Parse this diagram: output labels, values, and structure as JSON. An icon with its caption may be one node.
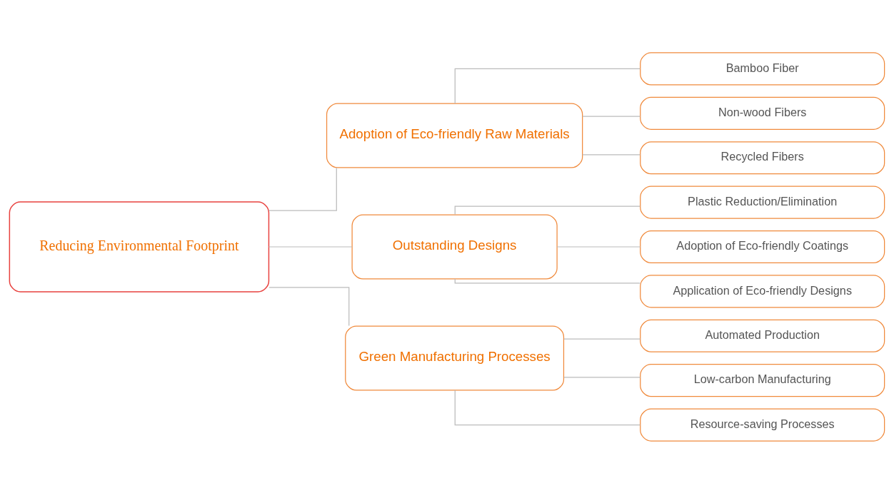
{
  "diagram": {
    "nodes": [
      {
        "text": [
          "Reducing Environmental Footprint"
        ]
      },
      {
        "text": [
          "Adoption of Eco-friendly Raw Materials"
        ]
      },
      {
        "text": [
          "Bamboo Fiber"
        ]
      },
      {
        "text": [
          "Non-wood Fibers"
        ]
      },
      {
        "text": [
          "Recycled Fibers"
        ]
      },
      {
        "text": [
          "Outstanding Designs"
        ]
      },
      {
        "text": [
          "Plastic Reduction/Elimination"
        ]
      },
      {
        "text": [
          "Adoption of Eco-friendly Coatings"
        ]
      },
      {
        "text": [
          "Application of Eco-friendly Designs"
        ]
      },
      {
        "text": [
          "Green Manufacturing Processes"
        ]
      },
      {
        "text": [
          "Automated Production"
        ]
      },
      {
        "text": [
          "Low-carbon Manufacturing"
        ]
      },
      {
        "text": [
          "Resource-saving Processes"
        ]
      }
    ],
    "edges": [
      {
        "from": 0,
        "to": 1,
        "arrow": "none"
      },
      {
        "from": 0,
        "to": 5,
        "arrow": "none"
      },
      {
        "from": 0,
        "to": 9,
        "arrow": "none"
      },
      {
        "from": 1,
        "to": 2,
        "arrow": "none"
      },
      {
        "from": 1,
        "to": 3,
        "arrow": "none"
      },
      {
        "from": 1,
        "to": 4,
        "arrow": "none"
      },
      {
        "from": 5,
        "to": 6,
        "arrow": "none"
      },
      {
        "from": 5,
        "to": 7,
        "arrow": "none"
      },
      {
        "from": 5,
        "to": 8,
        "arrow": "none"
      },
      {
        "from": 9,
        "to": 10,
        "arrow": "none"
      },
      {
        "from": 9,
        "to": 11,
        "arrow": "none"
      },
      {
        "from": 9,
        "to": 12,
        "arrow": "none"
      }
    ]
  }
}
